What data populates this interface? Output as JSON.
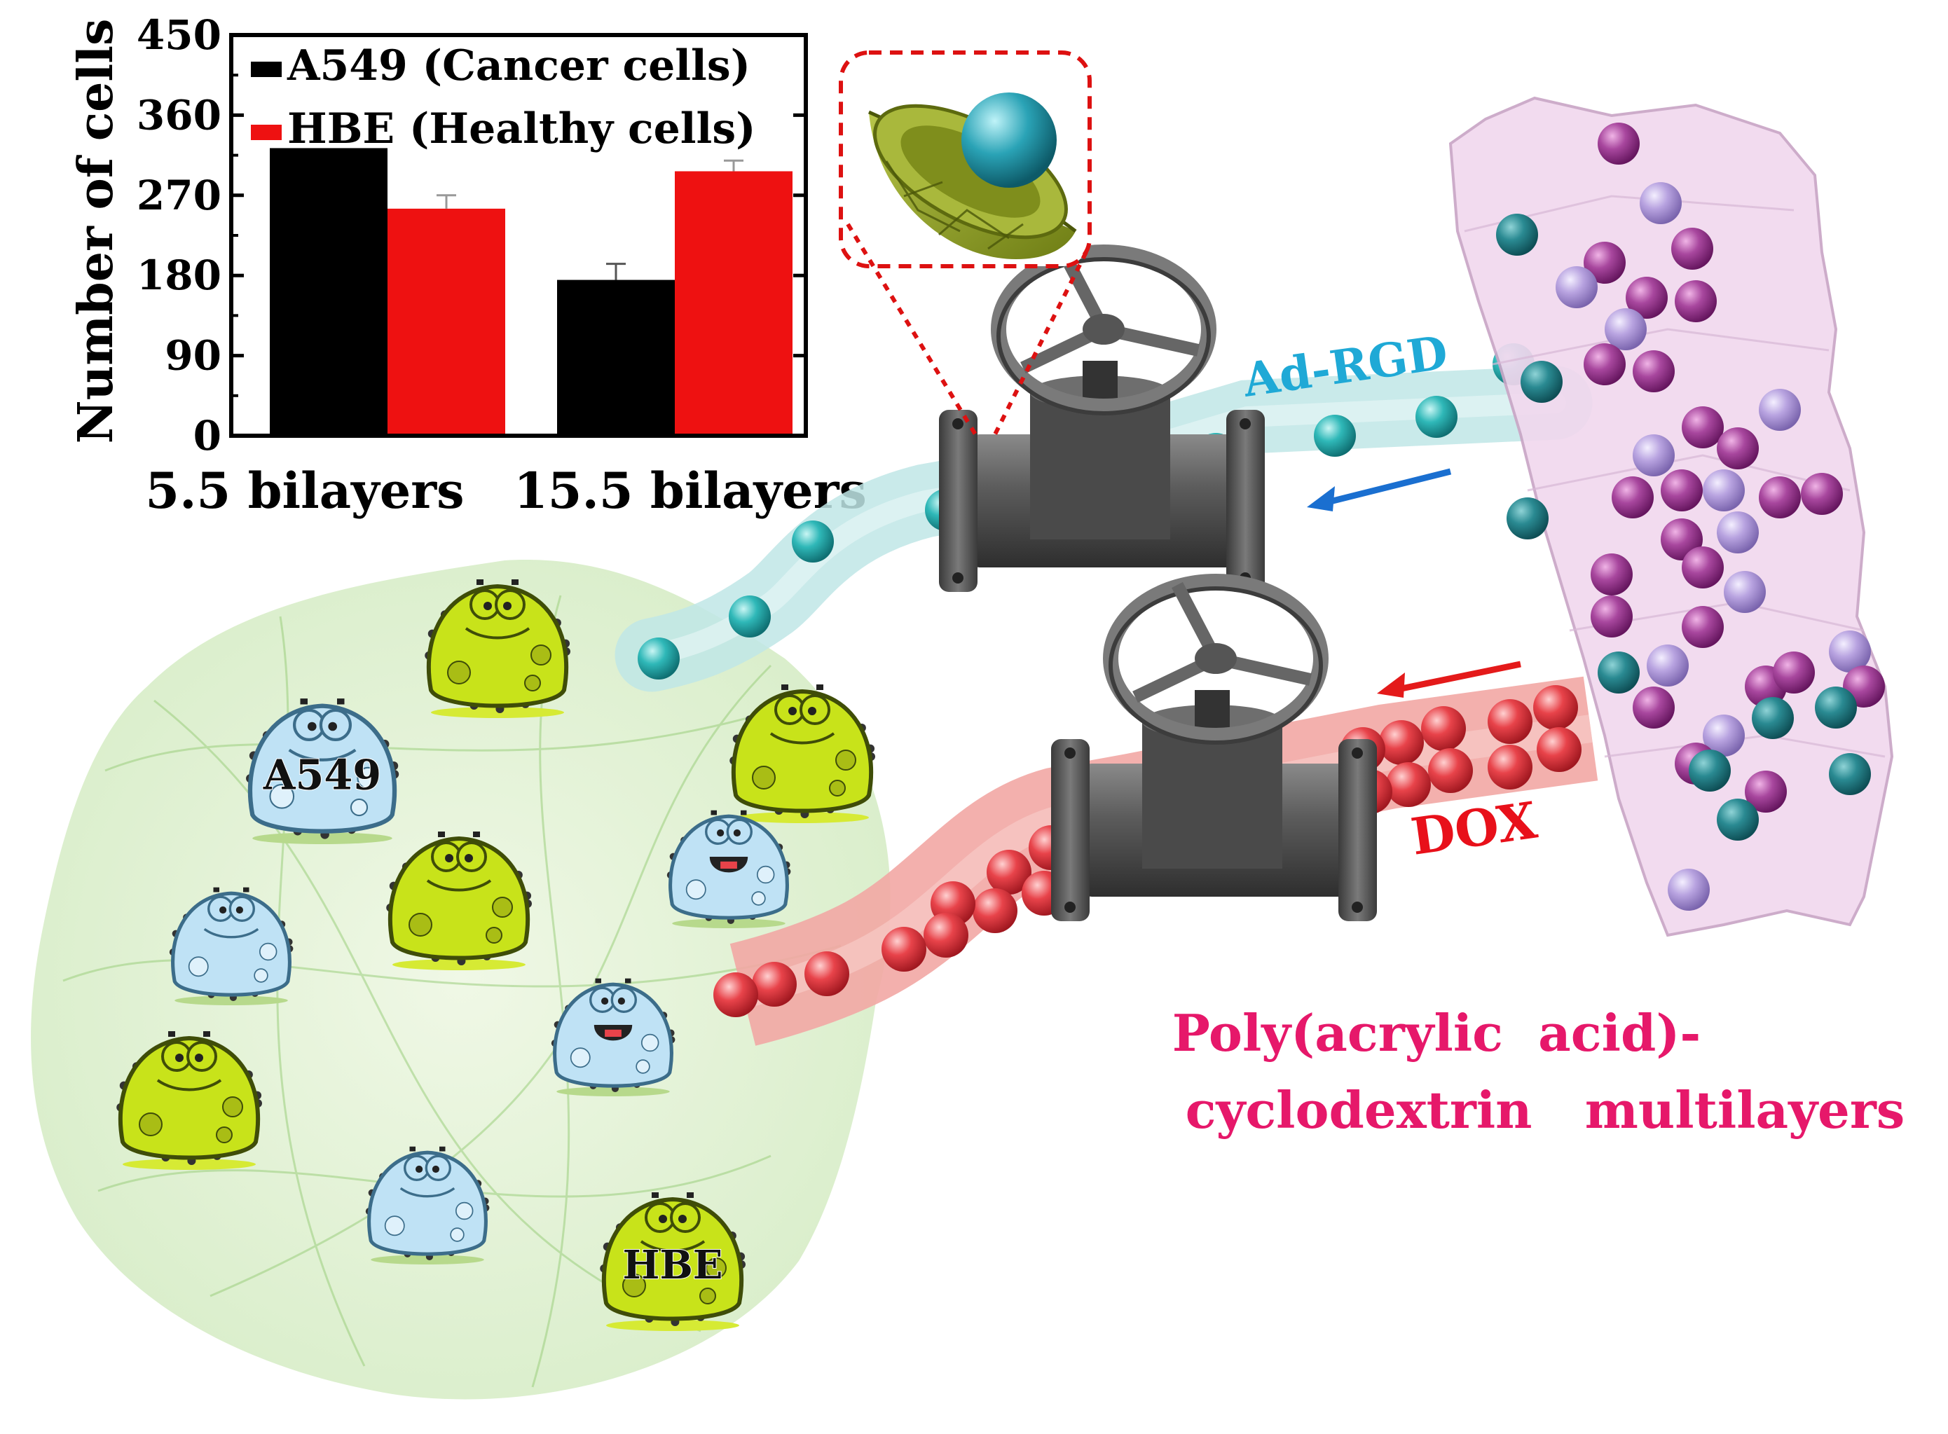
{
  "chart_data": {
    "type": "bar",
    "categories": [
      "5.5 bilayers",
      "15.5 bilayers"
    ],
    "series": [
      {
        "name": "A549  (Cancer cells)",
        "values": [
          323,
          175
        ],
        "errors": [
          0,
          18
        ],
        "color": "#000000"
      },
      {
        "name": "HBE  (Healthy cells)",
        "values": [
          255,
          297
        ],
        "errors": [
          15,
          12
        ],
        "color": "#ee1111"
      }
    ],
    "ylabel": "Number of cells",
    "ylim": [
      0,
      450
    ],
    "yticks": [
      0,
      90,
      180,
      270,
      360,
      450
    ],
    "legend_position": "top-left"
  },
  "labels": {
    "ad_rgd": "Ad-RGD",
    "dox": "DOX",
    "multilayers_line1": "Poly(acrylic  acid)-",
    "multilayers_line2": "cyclodextrin   multilayers",
    "cell_a549": "A549",
    "cell_hbe": "HBE"
  },
  "colors": {
    "cancer_cell": "#bfe2f5",
    "healthy_cell": "#c8e31a",
    "ad_rgd_text": "#1fa9d6",
    "dox_text": "#e8101a",
    "multilayer_text": "#e6186a",
    "bead_teal": "#2fb8b8",
    "bead_red": "#e8434a",
    "bead_purple": "#a8479e",
    "bead_lilac": "#b8a3e0",
    "valve": "#555555",
    "arrow_blue": "#1a6fd0",
    "arrow_red": "#e41a1a"
  }
}
